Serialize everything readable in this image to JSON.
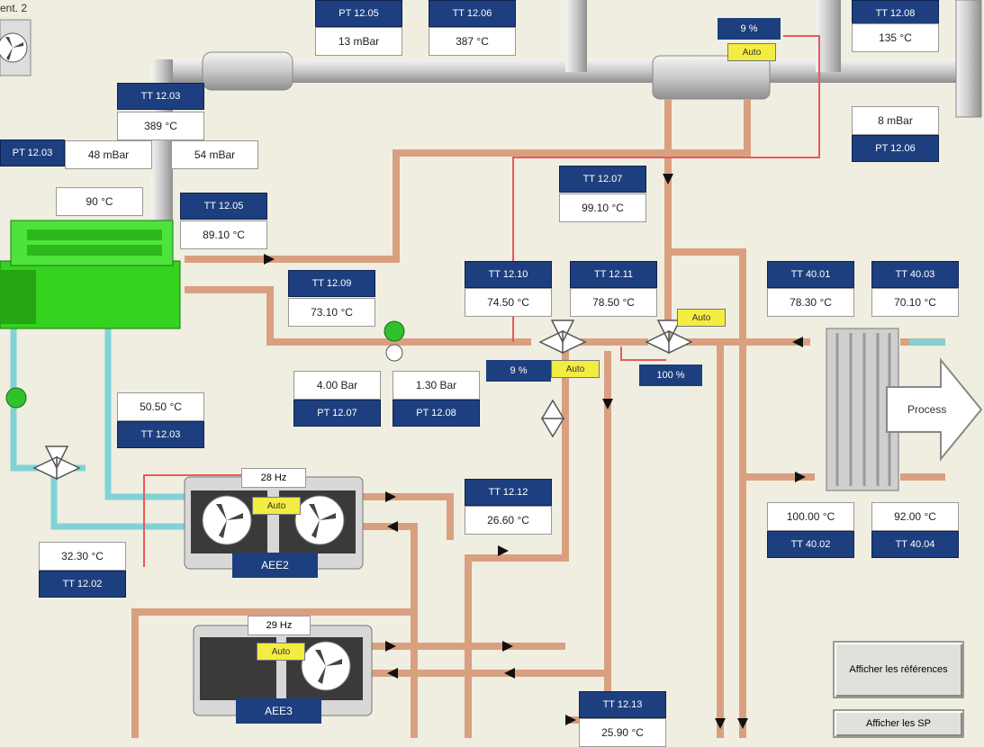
{
  "header": {
    "partial_label": "ent. 2"
  },
  "sensors": {
    "pt1205": {
      "tag": "PT 12.05",
      "value": "13 mBar"
    },
    "tt1206": {
      "tag": "TT 12.06",
      "value": "387 °C"
    },
    "tt1208": {
      "tag": "TT 12.08",
      "value": "135 °C"
    },
    "tt1203": {
      "tag": "TT 12.03",
      "value": "389 °C"
    },
    "pt1203": {
      "tag": "PT 12.03",
      "value1": "48 mBar",
      "value2": "54 mBar"
    },
    "pt1206": {
      "tag": "PT 12.06",
      "value": "8 mBar"
    },
    "engine_temp": {
      "value": "90 °C"
    },
    "tt1205": {
      "tag": "TT 12.05",
      "value": "89.10 °C"
    },
    "tt1207": {
      "tag": "TT 12.07",
      "value": "99.10 °C"
    },
    "tt1209": {
      "tag": "TT 12.09",
      "value": "73.10 °C"
    },
    "tt1210": {
      "tag": "TT 12.10",
      "value": "74.50 °C"
    },
    "tt1211": {
      "tag": "TT 12.11",
      "value": "78.50 °C"
    },
    "tt4001": {
      "tag": "TT 40.01",
      "value": "78.30 °C"
    },
    "tt4003": {
      "tag": "TT 40.03",
      "value": "70.10 °C"
    },
    "pt1207": {
      "tag": "PT 12.07",
      "value": "4.00 Bar"
    },
    "pt1208": {
      "tag": "PT 12.08",
      "value": "1.30 Bar"
    },
    "tt1203b": {
      "tag": "TT 12.03",
      "value": "50.50 °C"
    },
    "tt1202": {
      "tag": "TT 12.02",
      "value": "32.30 °C"
    },
    "tt1212": {
      "tag": "TT 12.12",
      "value": "26.60 °C"
    },
    "tt4002": {
      "tag": "TT 40.02",
      "value": "100.00 °C"
    },
    "tt4004": {
      "tag": "TT 40.04",
      "value": "92.00 °C"
    },
    "tt1213": {
      "tag": "TT 12.13",
      "value": "25.90 °C"
    }
  },
  "valves": {
    "top_pct": "9 %",
    "mid_pct": "9 %",
    "right_pct": "100 %",
    "auto": "Auto"
  },
  "coolers": {
    "aee2": {
      "name": "AEE2",
      "hz": "28 Hz",
      "auto": "Auto"
    },
    "aee3": {
      "name": "AEE3",
      "hz": "29 Hz",
      "auto": "Auto"
    }
  },
  "process": {
    "label": "Process"
  },
  "buttons": {
    "show_ref": "Afficher les références",
    "show_sp": "Afficher les SP"
  },
  "colors": {
    "background": "#efeee0",
    "pipe_hot": "#d9a080",
    "pipe_hot_dark": "#b97a5a",
    "pipe_cool": "#7fd3d6",
    "pipe_red": "#e85a5a",
    "tag_blue": "#1d3f7f",
    "auto_yellow": "#f3ec41",
    "engine_green": "#35d21f"
  }
}
